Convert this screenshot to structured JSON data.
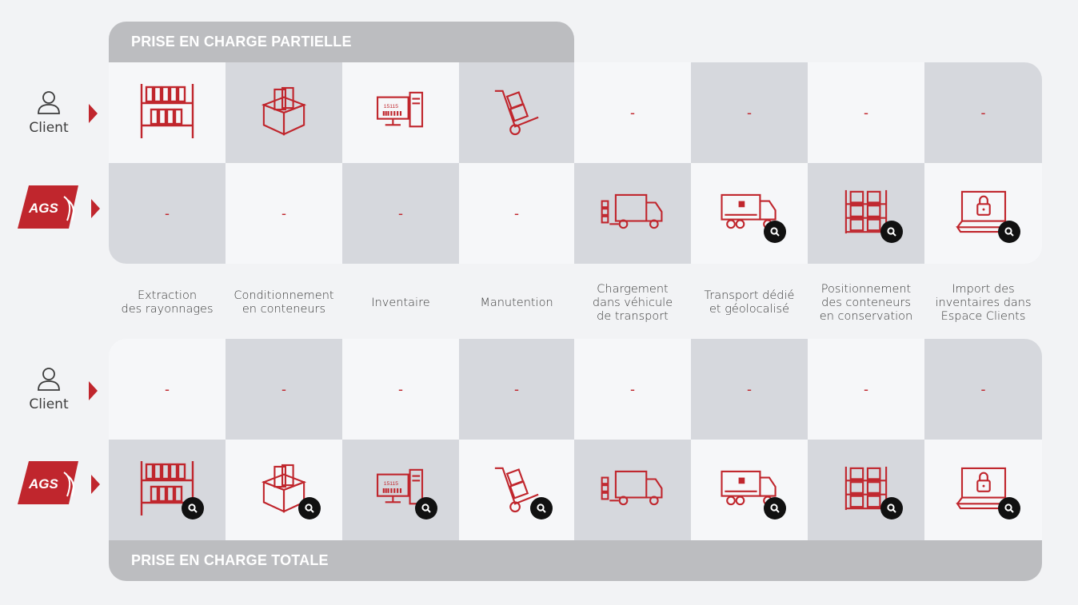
{
  "banners": {
    "partial": "PRISE EN CHARGE PARTIELLE",
    "total": "PRISE EN CHARGE TOTALE"
  },
  "actors": {
    "client": "Client",
    "ags": "AGS"
  },
  "dash": "-",
  "steps": [
    {
      "label": "Extraction\ndes rayonnages",
      "icon": "shelving-icon"
    },
    {
      "label": "Conditionnement\nen conteneurs",
      "icon": "box-icon"
    },
    {
      "label": "Inventaire",
      "icon": "computer-barcode-icon"
    },
    {
      "label": "Manutention",
      "icon": "hand-truck-icon"
    },
    {
      "label": "Chargement\ndans véhicule\nde transport",
      "icon": "truck-loading-icon"
    },
    {
      "label": "Transport dédié\net géolocalisé",
      "icon": "truck-icon"
    },
    {
      "label": "Positionnement\ndes conteneurs\nen conservation",
      "icon": "storage-rack-icon"
    },
    {
      "label": "Import des\ninventaires dans\nEspace Clients",
      "icon": "laptop-lock-icon"
    }
  ],
  "partial": {
    "client_has_icon": [
      true,
      true,
      true,
      true,
      false,
      false,
      false,
      false
    ],
    "ags_has_icon": [
      false,
      false,
      false,
      false,
      true,
      true,
      true,
      true
    ],
    "ags_magnifier": [
      false,
      false,
      false,
      false,
      false,
      true,
      true,
      true
    ]
  },
  "total": {
    "client_has_icon": [
      false,
      false,
      false,
      false,
      false,
      false,
      false,
      false
    ],
    "ags_has_icon": [
      true,
      true,
      true,
      true,
      true,
      true,
      true,
      true
    ],
    "ags_magnifier": [
      true,
      true,
      true,
      true,
      false,
      true,
      true,
      true
    ]
  },
  "colors": {
    "accent": "#c0262d",
    "banner": "#bcbdc0",
    "cell_light": "#f6f7f9",
    "cell_dark": "#d6d8dd",
    "magnifier": "#111111"
  }
}
